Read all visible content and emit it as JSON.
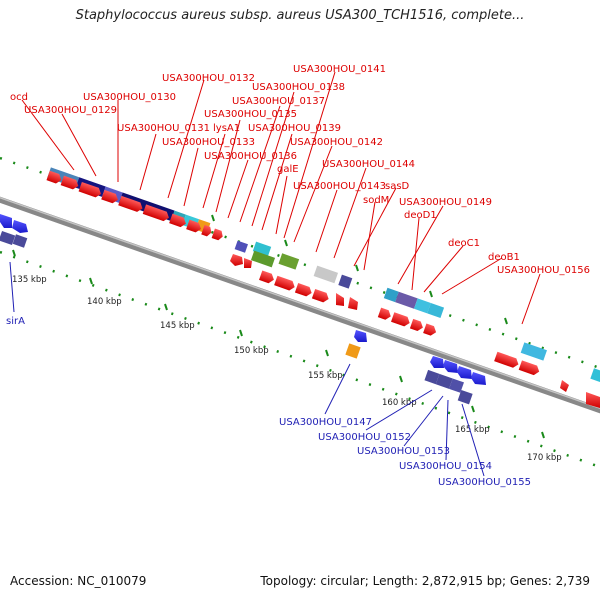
{
  "title": "Staphylococcus aureus subsp. aureus USA300_TCH1516, complete...",
  "accession": "Accession: NC_010079",
  "summary": "Topology: circular; Length: 2,872,915 bp; Genes: 2,739",
  "scale_labels": [
    "135 kbp",
    "140 kbp",
    "145 kbp",
    "150 kbp",
    "155 kbp",
    "160 kbp",
    "165 kbp",
    "170 kbp"
  ],
  "forward_genes": [
    "ocd",
    "USA300HOU_0129",
    "USA300HOU_0130",
    "USA300HOU_0131",
    "USA300HOU_0132",
    "USA300HOU_0133",
    "lysA1",
    "USA300HOU_0135",
    "USA300HOU_0136",
    "USA300HOU_0137",
    "USA300HOU_0138",
    "USA300HOU_0139",
    "galE",
    "USA300HOU_0141",
    "USA300HOU_0142",
    "USA300HOU_0143",
    "USA300HOU_0144",
    "sasD",
    "sodM",
    "USA300HOU_0149",
    "deoD1",
    "deoC1",
    "deoB1",
    "USA300HOU_0156"
  ],
  "reverse_genes": [
    "sirA",
    "USA300HOU_0147",
    "USA300HOU_0152",
    "USA300HOU_0153",
    "USA300HOU_0154",
    "USA300HOU_0155"
  ],
  "colors": {
    "forward_label": "#dd0000",
    "reverse_label": "#1f1fb4",
    "forward_arrow": "#ee1111",
    "reverse_arrow": "#2b2bdd",
    "backbone": "#888888",
    "tick": "#1a8a1a"
  }
}
